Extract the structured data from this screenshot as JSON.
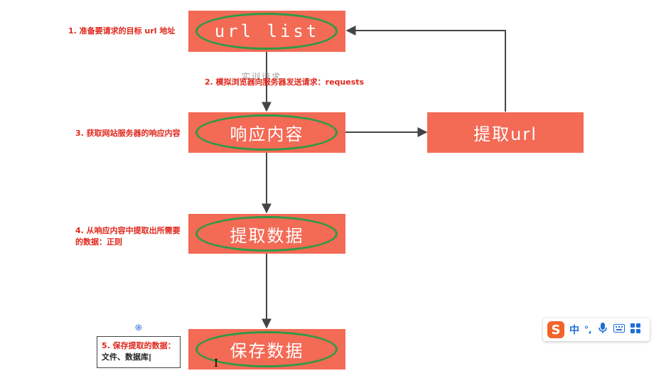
{
  "nodes": {
    "url_list": "url  list",
    "response": "响应内容",
    "extract_url": "提取url",
    "extract_data": "提取数据",
    "save_data": "保存数据"
  },
  "annotations": {
    "step1": "1. 准备要请求的目标 url 地址",
    "step2": "2. 模拟浏览器向服务器发送请求：requests",
    "step2_faint": "实训请求",
    "step3": "3. 获取网站服务器的响应内容",
    "step4_line1": "4. 从响应内容中提取出所需要",
    "step4_line2": "的数据：正则",
    "step5_line1": "5. 保存提取的数据：",
    "step5_line2": "文件、数据库"
  },
  "ime_toolbar": {
    "logo": "S",
    "mode": "中",
    "punct": "°,",
    "icons": [
      "mic-icon",
      "keyboard-icon",
      "grid-icon"
    ]
  },
  "colors": {
    "box_fill": "#f36a55",
    "ellipse": "#2f9a45",
    "annotation": "#e0261c",
    "arrow": "#444444"
  }
}
